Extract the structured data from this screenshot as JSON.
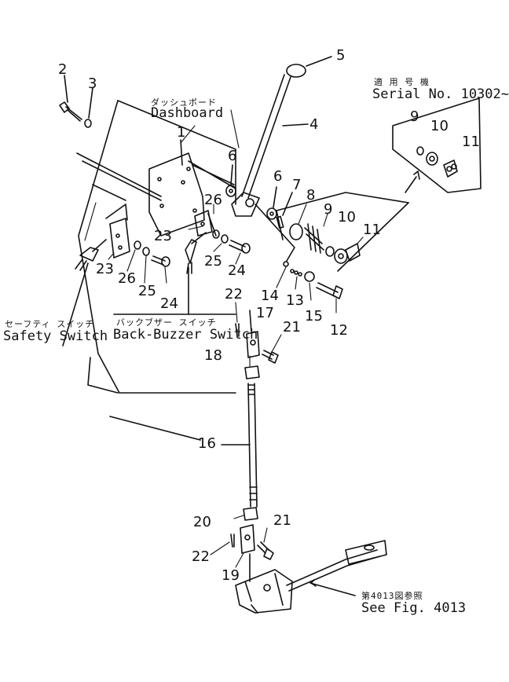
{
  "callouts": {
    "dashboard_jp": "ダッシュボード",
    "dashboard_en": "Dashboard",
    "serial_jp": "適 用 号 機",
    "serial_en": "Serial No. 10302~",
    "safety_jp": "セーフティ スイッチ",
    "safety_en": "Safety Switch",
    "backbuzzer_jp": "バックブザー スイッチ",
    "backbuzzer_en": "Back-Buzzer Switch",
    "seefig_jp": "第4013図参照",
    "seefig_en": "See Fig. 4013"
  },
  "part_numbers": [
    "1",
    "2",
    "3",
    "4",
    "5",
    "6",
    "6",
    "7",
    "8",
    "9",
    "10",
    "11",
    "9",
    "10",
    "11",
    "12",
    "13",
    "14",
    "15",
    "16",
    "17",
    "18",
    "19",
    "20",
    "21",
    "21",
    "22",
    "22",
    "23",
    "23",
    "24",
    "24",
    "25",
    "25",
    "26",
    "26"
  ],
  "colors": {
    "ink": "#111111",
    "paper": "#ffffff"
  }
}
